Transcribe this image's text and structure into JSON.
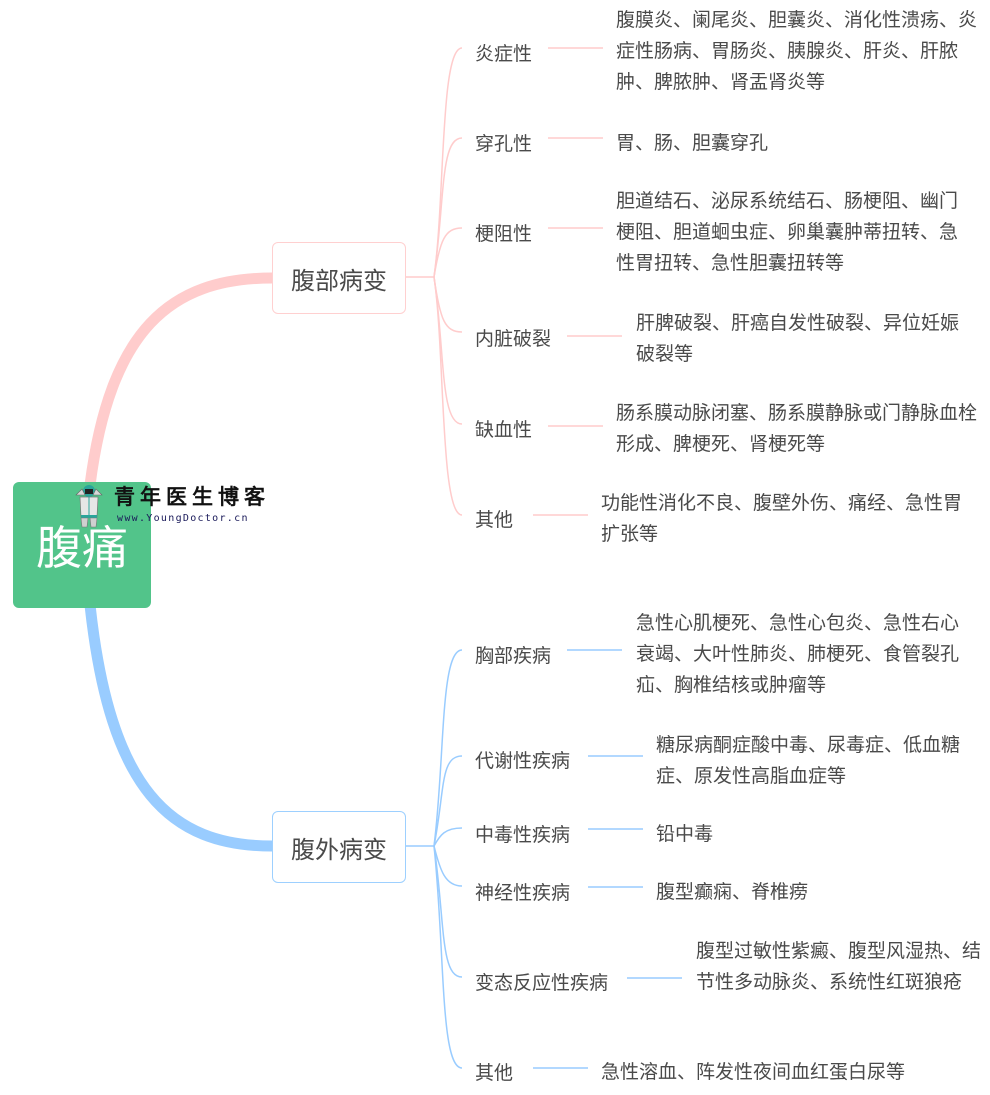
{
  "colors": {
    "root_bg": "#52c48a",
    "root_text": "#ffffff",
    "branch_pink": "#ffcccc",
    "branch_blue": "#99ccff",
    "text": "#4a4a4a"
  },
  "root": {
    "label": "腹痛"
  },
  "watermark": {
    "title": "青年医生博客",
    "url": "www.YoungDoctor.cn",
    "icon": "doctor-figure-icon"
  },
  "branches": [
    {
      "label": "腹部病变",
      "color": "pink",
      "children": [
        {
          "label": "炎症性",
          "leaf": "腹膜炎、阑尾炎、胆囊炎、消化性溃疡、炎症性肠病、胃肠炎、胰腺炎、肝炎、肝脓肿、脾脓肿、肾盂肾炎等"
        },
        {
          "label": "穿孔性",
          "leaf": "胃、肠、胆囊穿孔"
        },
        {
          "label": "梗阻性",
          "leaf": "胆道结石、泌尿系统结石、肠梗阻、幽门梗阻、胆道蛔虫症、卵巢囊肿蒂扭转、急性胃扭转、急性胆囊扭转等"
        },
        {
          "label": "内脏破裂",
          "leaf": "肝脾破裂、肝癌自发性破裂、异位妊娠破裂等"
        },
        {
          "label": "缺血性",
          "leaf": "肠系膜动脉闭塞、肠系膜静脉或门静脉血栓形成、脾梗死、肾梗死等"
        },
        {
          "label": "其他",
          "leaf": "功能性消化不良、腹壁外伤、痛经、急性胃扩张等"
        }
      ]
    },
    {
      "label": "腹外病变",
      "color": "blue",
      "children": [
        {
          "label": "胸部疾病",
          "leaf": "急性心肌梗死、急性心包炎、急性右心衰竭、大叶性肺炎、肺梗死、食管裂孔疝、胸椎结核或肿瘤等"
        },
        {
          "label": "代谢性疾病",
          "leaf": "糖尿病酮症酸中毒、尿毒症、低血糖症、原发性高脂血症等"
        },
        {
          "label": "中毒性疾病",
          "leaf": "铅中毒"
        },
        {
          "label": "神经性疾病",
          "leaf": "腹型癫痫、脊椎痨"
        },
        {
          "label": "变态反应性疾病",
          "leaf": "腹型过敏性紫癜、腹型风湿热、结节性多动脉炎、系统性红斑狼疮"
        },
        {
          "label": "其他",
          "leaf": "急性溶血、阵发性夜间血红蛋白尿等"
        }
      ]
    }
  ]
}
